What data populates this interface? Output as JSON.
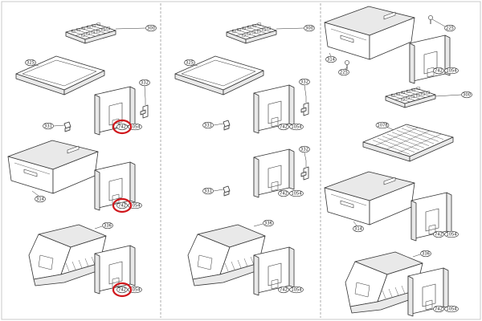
{
  "diagram": {
    "columns": [
      {
        "parts": [
          {
            "type": "ice-tray",
            "label": "300"
          },
          {
            "type": "shelf",
            "label": "325"
          },
          {
            "type": "door-cover",
            "label": "742",
            "extra": "1054",
            "highlight": true
          },
          {
            "type": "bracket",
            "label": "332"
          },
          {
            "type": "clip",
            "label": "331"
          },
          {
            "type": "drawer",
            "label": "314"
          },
          {
            "type": "door-cover",
            "label": "742",
            "extra": "1054",
            "highlight": true
          },
          {
            "type": "basket",
            "label": "336"
          },
          {
            "type": "door-cover",
            "label": "742",
            "extra": "1054",
            "highlight": true
          }
        ]
      },
      {
        "parts": [
          {
            "type": "ice-tray",
            "label": "300"
          },
          {
            "type": "shelf",
            "label": "325"
          },
          {
            "type": "door-cover",
            "label": "742",
            "extra": "1054",
            "highlight": false
          },
          {
            "type": "bracket",
            "label": "332"
          },
          {
            "type": "clip",
            "label": "331"
          },
          {
            "type": "door-cover",
            "label": "742",
            "extra": "1054",
            "highlight": false
          },
          {
            "type": "bracket",
            "label": "332"
          },
          {
            "type": "clip",
            "label": "331"
          },
          {
            "type": "basket",
            "label": "336"
          },
          {
            "type": "door-cover",
            "label": "742",
            "extra": "1054",
            "highlight": false
          }
        ]
      },
      {
        "parts": [
          {
            "type": "drawer",
            "label": "314"
          },
          {
            "type": "screw",
            "label": "225"
          },
          {
            "type": "screw",
            "label": "225"
          },
          {
            "type": "door-cover",
            "label": "742",
            "extra": "1054",
            "highlight": false
          },
          {
            "type": "ice-tray",
            "label": "300"
          },
          {
            "type": "tray",
            "label": "1078"
          },
          {
            "type": "drawer",
            "label": "314"
          },
          {
            "type": "door-cover",
            "label": "742",
            "extra": "1054",
            "highlight": false
          },
          {
            "type": "basket",
            "label": "336"
          },
          {
            "type": "door-cover",
            "label": "742",
            "extra": "1054",
            "highlight": false
          }
        ]
      }
    ],
    "colors": {
      "line": "#333333",
      "divider": "#9a9a9a",
      "highlight": "#d0161b",
      "fill": "#ffffff",
      "shade": "#e9e9e9"
    }
  }
}
